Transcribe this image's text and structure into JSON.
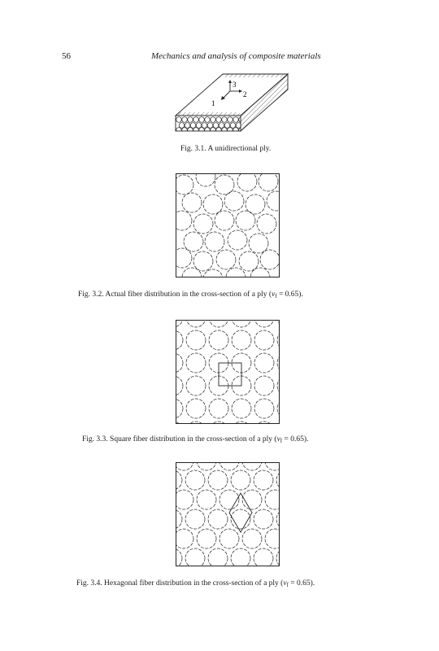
{
  "header": {
    "page_number": "56",
    "running_title": "Mechanics and analysis of composite materials"
  },
  "figures": [
    {
      "caption": "Fig. 3.1.  A unidirectional ply.",
      "axis_labels": [
        "3",
        "2",
        "1"
      ]
    },
    {
      "caption_prefix": "Fig. 3.2.  Actual fiber distribution in the cross-section of a ply (",
      "caption_var": "v",
      "caption_sub": "f",
      "caption_suffix": " = 0.65)."
    },
    {
      "caption_prefix": "Fig. 3.3.  Square fiber distribution in the cross-section of a ply (",
      "caption_var": "v",
      "caption_sub": "f",
      "caption_suffix": " = 0.65)."
    },
    {
      "caption_prefix": "Fig. 3.4.  Hexagonal fiber distribution in the cross-section of a ply (",
      "caption_var": "v",
      "caption_sub": "f",
      "caption_suffix": " = 0.65)."
    }
  ]
}
